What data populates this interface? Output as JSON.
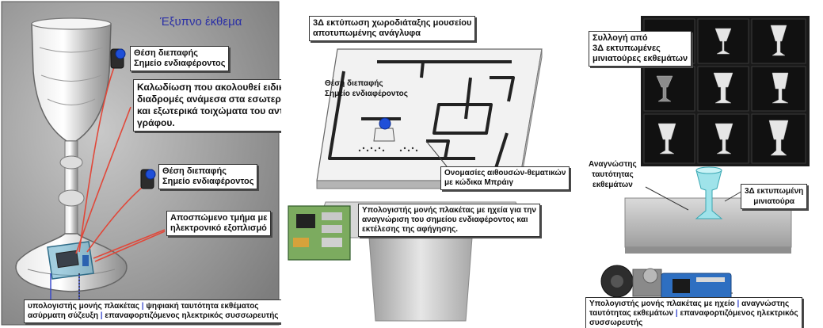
{
  "panel_left": {
    "title": "Έξυπνο έκθεμα",
    "callout_interface_top": [
      "Θέση διεπαφής",
      "Σημείο ενδιαφέροντος"
    ],
    "callout_wiring": [
      "Καλωδίωση που ακολουθεί ειδικές",
      "διαδρομές ανάμεσα στα εσωτερικά",
      "και εξωτερικά τοιχώματα του αντι-",
      "γράφου."
    ],
    "callout_interface_bottom": [
      "Θέση διεπαφής",
      "Σημείο ενδιαφέροντος"
    ],
    "callout_removable": [
      "Αποσπώμενο τμήμα με",
      "ηλεκτρονικό εξοπλισμό"
    ],
    "footer_line1": {
      "a": "υπολογιστής μονής πλακέτας",
      "sep": "|",
      "b": "ψηφιακή ταυτότητα εκθέματος"
    },
    "footer_line2": {
      "a": "ασύρματη σύζευξη",
      "sep": "|",
      "b": "επαναφορτιζόμενος ηλεκτρικός συσσωρευτής"
    }
  },
  "panel_middle": {
    "callout_print": [
      "3Δ εκτύπωση χωροδιάταξης μουσείου",
      "αποτυπωμένης ανάγλυφα"
    ],
    "callout_interface": [
      "Θέση διεπαφής",
      "Σημείο ενδιαφέροντος"
    ],
    "callout_braille": [
      "Ονομασίες αιθουσών-θεματικών",
      "με κώδικα Μπράιγ"
    ],
    "callout_computer": [
      "Υπολογιστής μονής πλακέτας με ηχεία για την",
      "αναγνώριση του σημείου ενδιαφέροντος και",
      "εκτέλεσης της αφήγησης."
    ]
  },
  "panel_right": {
    "callout_collection": [
      "Συλλογή από",
      "3Δ εκτυπωμένες",
      "μινιατούρες εκθεμάτων"
    ],
    "callout_reader": [
      "Αναγνώστης",
      "ταυτότητας",
      "εκθεμάτων"
    ],
    "callout_miniature": [
      "3Δ εκτυπωμένη",
      "μινιατούρα"
    ],
    "callout_computer": {
      "line1a": "Υπολογιστής μονής πλακέτας με ηχείο",
      "sep": "|",
      "line1b": "αναγνώστης",
      "line2a": "ταυτότητας εκθεμάτων",
      "line2b": "επαναφορτιζόμενος ηλεκτρικός",
      "line3": "συσσωρευτής"
    }
  },
  "colors": {
    "title_blue": "#2a2fa6",
    "separator_blue": "#3344cc",
    "wire_red": "#e0483a",
    "panel_gray": "#9b9b9b",
    "tile_black": "#111111",
    "miniature_cyan": "#9fe3ea"
  }
}
